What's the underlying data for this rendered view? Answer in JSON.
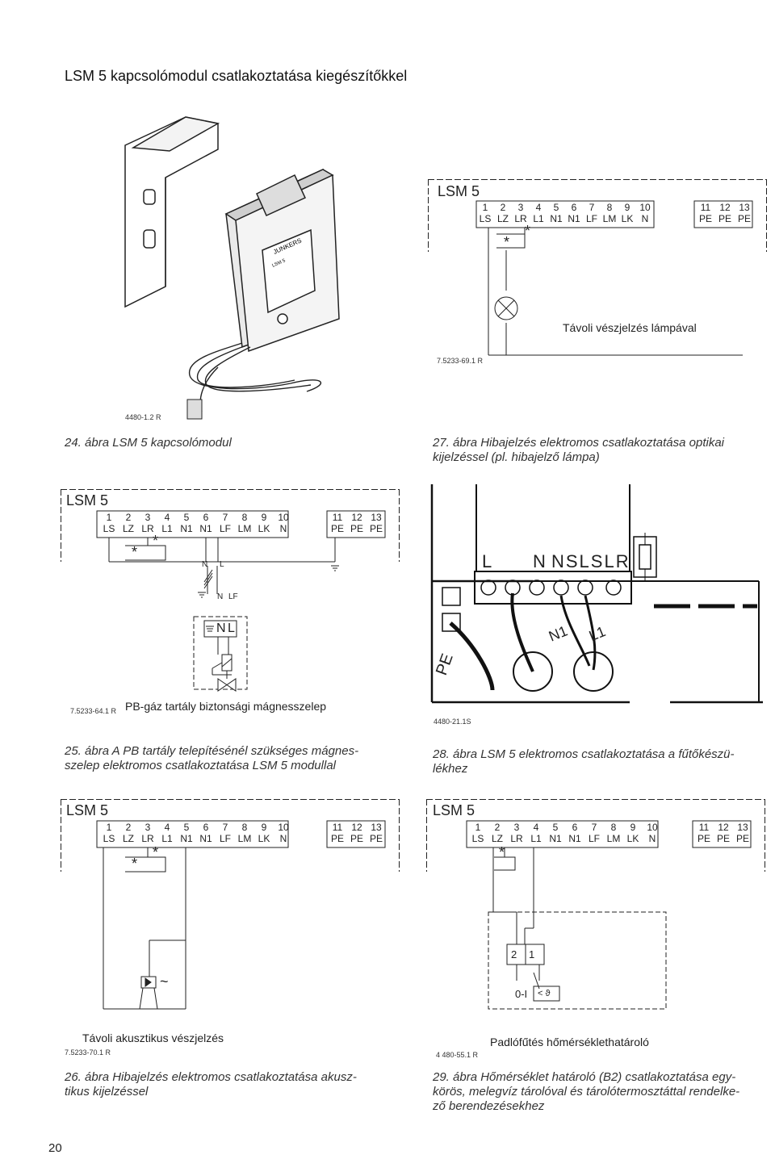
{
  "page_title": "LSM 5 kapcsolómodul csatlakoztatása kiegészítőkkel",
  "page_number": "20",
  "module_label": "LSM 5",
  "terminals": {
    "numbers": [
      "1",
      "2",
      "3",
      "4",
      "5",
      "6",
      "7",
      "8",
      "9",
      "10"
    ],
    "names": [
      "LS",
      "LZ",
      "LR",
      "L1",
      "N1",
      "N1",
      "LF",
      "LM",
      "LK",
      "N"
    ],
    "pe_numbers": [
      "11",
      "12",
      "13"
    ],
    "pe_names": [
      "PE",
      "PE",
      "PE"
    ],
    "star": "*"
  },
  "fig24": {
    "device_text_brand": "JUNKERS",
    "device_text_model": "LSM 5",
    "code": "4480-1.2 R",
    "caption": "24. ábra  LSM 5 kapcsolómodul"
  },
  "fig27": {
    "label": "Távoli vészjelzés lámpával",
    "code": "7.5233-69.1 R",
    "caption_line1": "27. ábra  Hibajelzés elektromos csatlakoztatása optikai",
    "caption_line2": "kijelzéssel (pl. hibajelző lámpa)"
  },
  "fig25": {
    "wire_labels": {
      "n": "N",
      "l": "L",
      "lf": "LF"
    },
    "valve_box": {
      "n": "N",
      "l": "L"
    },
    "label": "PB-gáz tartály biztonsági mágnesszelep",
    "code": "7.5233-64.1 R",
    "caption_line1": "25. ábra  A PB tartály telepítésénél szükséges mágnes-",
    "caption_line2": "szelep elektromos csatlakoztatása LSM 5 modullal"
  },
  "fig28": {
    "top_labels": {
      "l": "L",
      "n": "N",
      "nslslr": "NSLSLR"
    },
    "pe": "PE",
    "n1": "N1",
    "l1": "L1",
    "code": "4480-21.1S",
    "caption_line1": "28. ábra  LSM 5 elektromos csatlakoztatása a fűtőkészü-",
    "caption_line2": "lékhez"
  },
  "fig26": {
    "tilde": "~",
    "label": "Távoli akusztikus vészjelzés",
    "code": "7.5233-70.1 R",
    "caption_line1": "26. ábra  Hibajelzés elektromos csatlakoztatása akusz-",
    "caption_line2": "tikus kijelzéssel"
  },
  "fig29": {
    "terminal_a": "2",
    "terminal_b": "1",
    "switch_label": "0-I",
    "thermo_label": "< ϑ",
    "label": "Padlófűtés hőmérséklethatároló",
    "code": "4 480-55.1 R",
    "caption_line1": "29. ábra  Hőmérséklet határoló (B2) csatlakoztatása egy-",
    "caption_line2": "körös, melegvíz tárolóval és tárolótermosztáttal rendelke-",
    "caption_line3": "ző berendezésekhez"
  }
}
